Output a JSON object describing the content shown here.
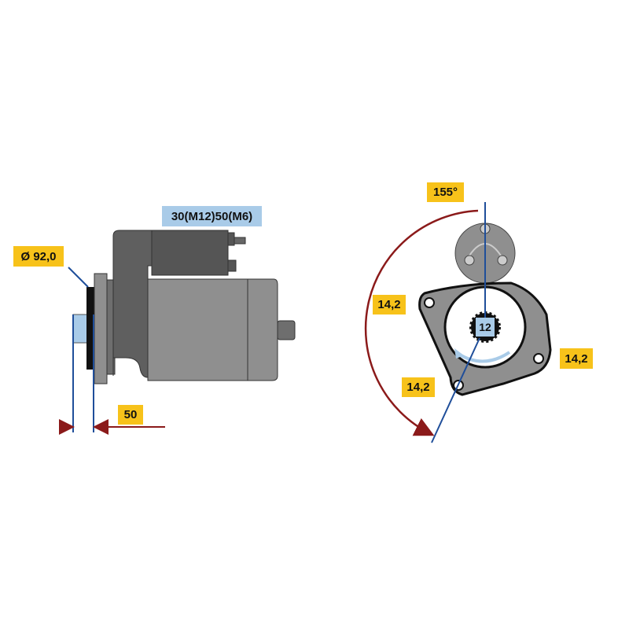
{
  "left_view": {
    "terminal_label": "30(M12)50(M6)",
    "diameter_label": "Ø 92,0",
    "length_label": "50"
  },
  "right_view": {
    "angle_label": "155°",
    "teeth_label": "12",
    "hole_labels": [
      "14,2",
      "14,2",
      "14,2"
    ]
  },
  "colors": {
    "label_yellow": "#f7c21a",
    "label_blue": "#a9cbe8",
    "dimension_red": "#8b1a1a",
    "axis_blue": "#1f4e9a",
    "body_grey": "#8f8f8f"
  }
}
